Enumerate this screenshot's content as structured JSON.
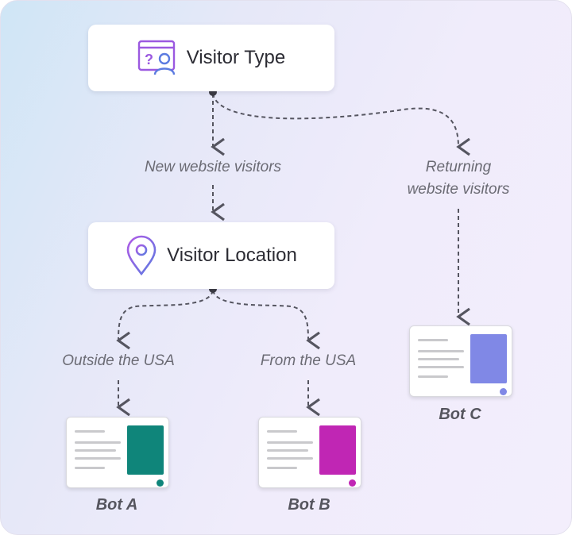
{
  "nodes": {
    "visitor_type": {
      "label": "Visitor Type"
    },
    "visitor_location": {
      "label": "Visitor Location"
    }
  },
  "branches": {
    "new_visitors": "New website visitors",
    "returning_line1": "Returning",
    "returning_line2": "website visitors",
    "outside_usa": "Outside the USA",
    "from_usa": "From the USA"
  },
  "bots": [
    {
      "name": "Bot A",
      "color": "#0f857a"
    },
    {
      "name": "Bot B",
      "color": "#c026b4"
    },
    {
      "name": "Bot C",
      "color": "#8088e6"
    }
  ],
  "colors": {
    "icon_accent": "#9b59e0",
    "connector": "#555560"
  }
}
